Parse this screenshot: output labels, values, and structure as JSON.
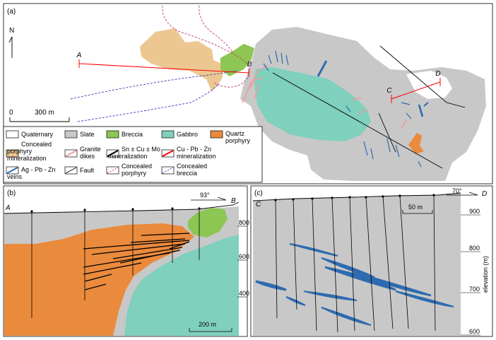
{
  "panel_a": {
    "tag": "(a)",
    "north": "N",
    "scale_zero": "0",
    "scale_label": "300 m",
    "points": {
      "A": "A",
      "B": "B",
      "C": "C",
      "D": "D"
    }
  },
  "legend": [
    {
      "key": "quaternary",
      "label": "Quaternary"
    },
    {
      "key": "slate",
      "label": "Slate",
      "color": "#c8c8c8"
    },
    {
      "key": "breccia",
      "label": "Breccia",
      "color": "#8dc653"
    },
    {
      "key": "gabbro",
      "label": "Gabbro",
      "color": "#7fd0bd"
    },
    {
      "key": "quartz",
      "label": "Quartz porphyry",
      "color": "#ea8a3d"
    },
    {
      "key": "concealed_min",
      "label": "Concealed porphyry mineralization",
      "color": "#ecc791"
    },
    {
      "key": "granite",
      "label": "Granite dikes",
      "color": "#f09aa0"
    },
    {
      "key": "sn",
      "label": "Sn ± Cu ± Mo mineralization"
    },
    {
      "key": "cu",
      "label": "Cu - Pb - Zn mineralization",
      "color": "#ff0000"
    },
    {
      "key": "ag",
      "label": "Ag - Pb - Zn veins",
      "color": "#2e6bb0"
    },
    {
      "key": "fault",
      "label": "Fault"
    },
    {
      "key": "concealed_porphyry",
      "label": "Concealed porphyry",
      "color": "#c23a6a"
    },
    {
      "key": "concealed_breccia",
      "label": "Concealed breccia",
      "color": "#3a3ab0"
    }
  ],
  "panel_b": {
    "tag": "(b)",
    "start": "A",
    "end": "B",
    "azimuth": "93°",
    "elev_ticks": [
      "800",
      "600",
      "400"
    ],
    "scale_label": "200 m"
  },
  "panel_c": {
    "tag": "(c)",
    "start": "C",
    "end": "D",
    "azimuth": "70°",
    "elev_ticks": [
      "900",
      "800",
      "700",
      "600"
    ],
    "axis_label": "elevation (m)",
    "scale_label": "50 m"
  }
}
